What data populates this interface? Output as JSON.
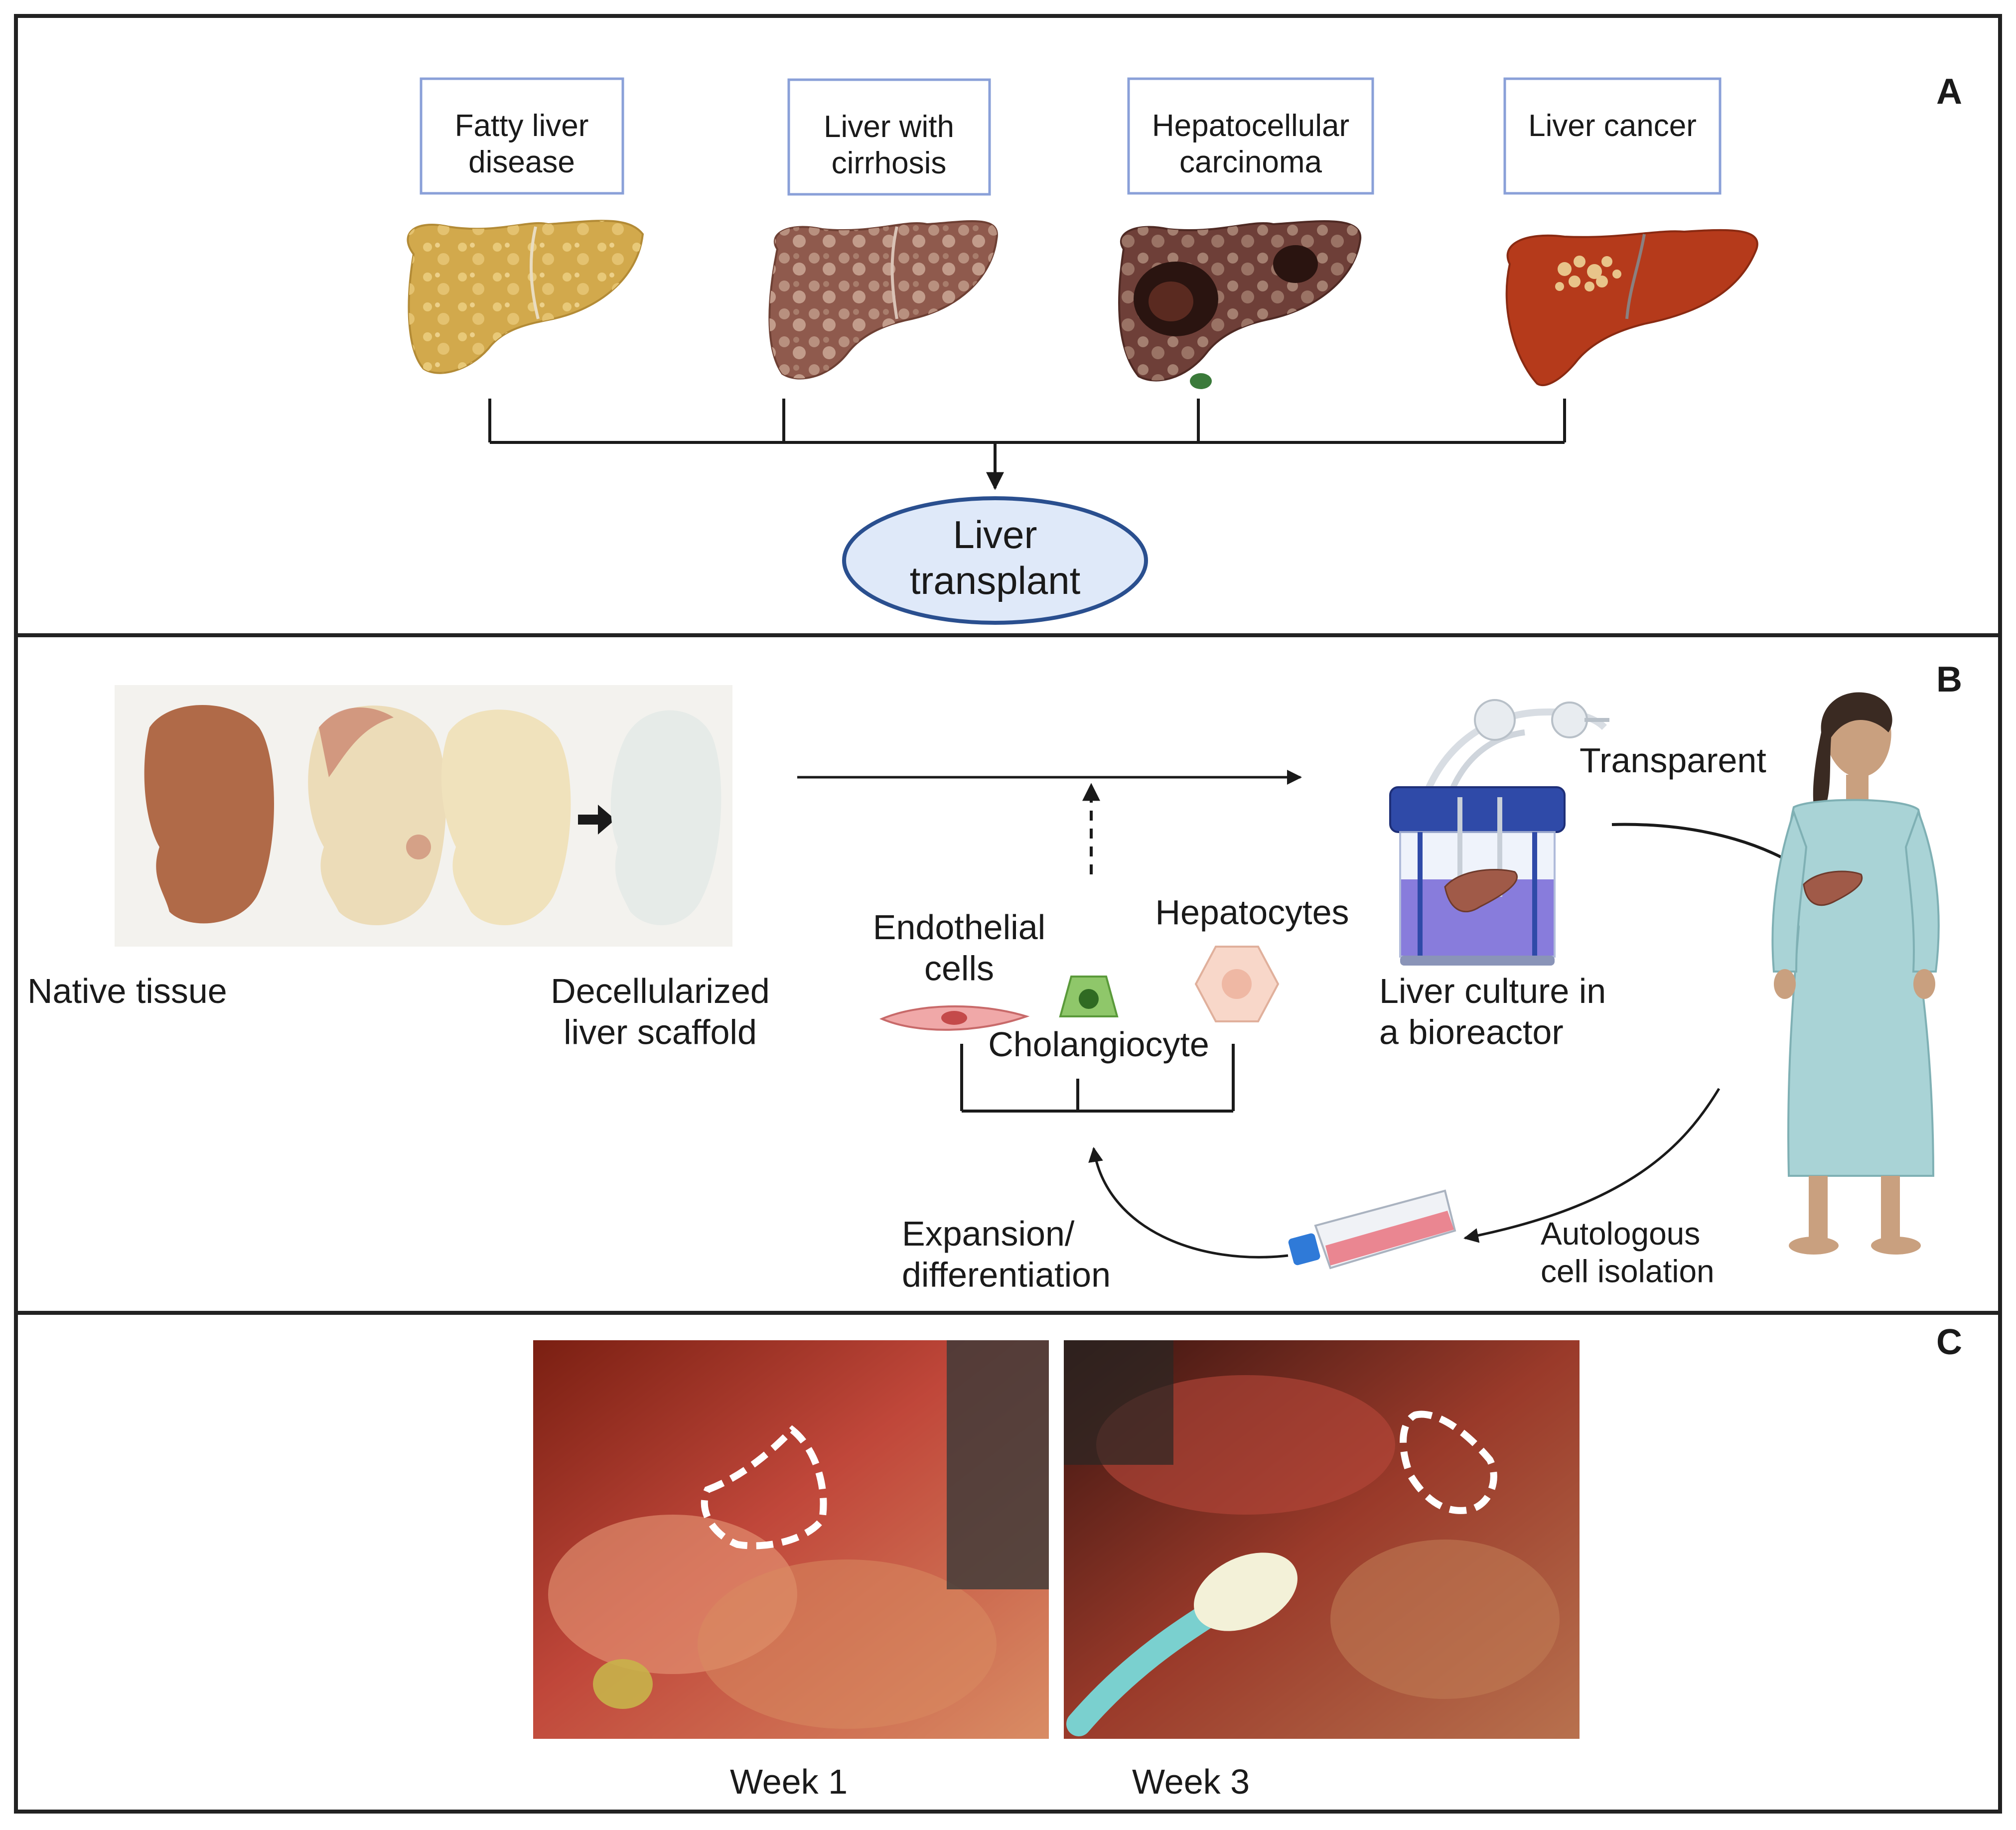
{
  "panel_a": {
    "label": "A",
    "conditions": [
      "Fatty liver\ndisease",
      "Liver with\ncirrhosis",
      "Hepatocellular\ncarcinoma",
      "Liver cancer"
    ],
    "outcome": "Liver\ntransplant"
  },
  "panel_b": {
    "label": "B",
    "native_tissue": "Native tissue",
    "scaffold": "Decellularized\nliver scaffold",
    "endothelial": "Endothelial\ncells",
    "hepatocytes": "Hepatocytes",
    "cholangiocyte": "Cholangiocyte",
    "bioreactor": "Liver culture in\na bioreactor",
    "transparent": "Transparent",
    "autologous": "Autologous\ncell isolation",
    "expansion": "Expansion/\ndifferentiation"
  },
  "panel_c": {
    "label": "C",
    "week1": "Week 1",
    "week3": "Week 3"
  },
  "colors": {
    "frame": "#222222",
    "box_border": "#8aa0d8",
    "ellipse_fill": "#dfe9f9",
    "ellipse_stroke": "#2a4f8f",
    "fatty_liver": "#d2a94c",
    "cirrhosis": "#8f5a4d",
    "carcinoma": "#6e3f38",
    "cancer": "#b53a1b",
    "tissue_native": "#b06a48",
    "tissue_white": "#e6ebe8",
    "bioreactor_medium": "#7c6fd8",
    "gown": "#a9d3d6",
    "skin": "#c9a07f"
  }
}
